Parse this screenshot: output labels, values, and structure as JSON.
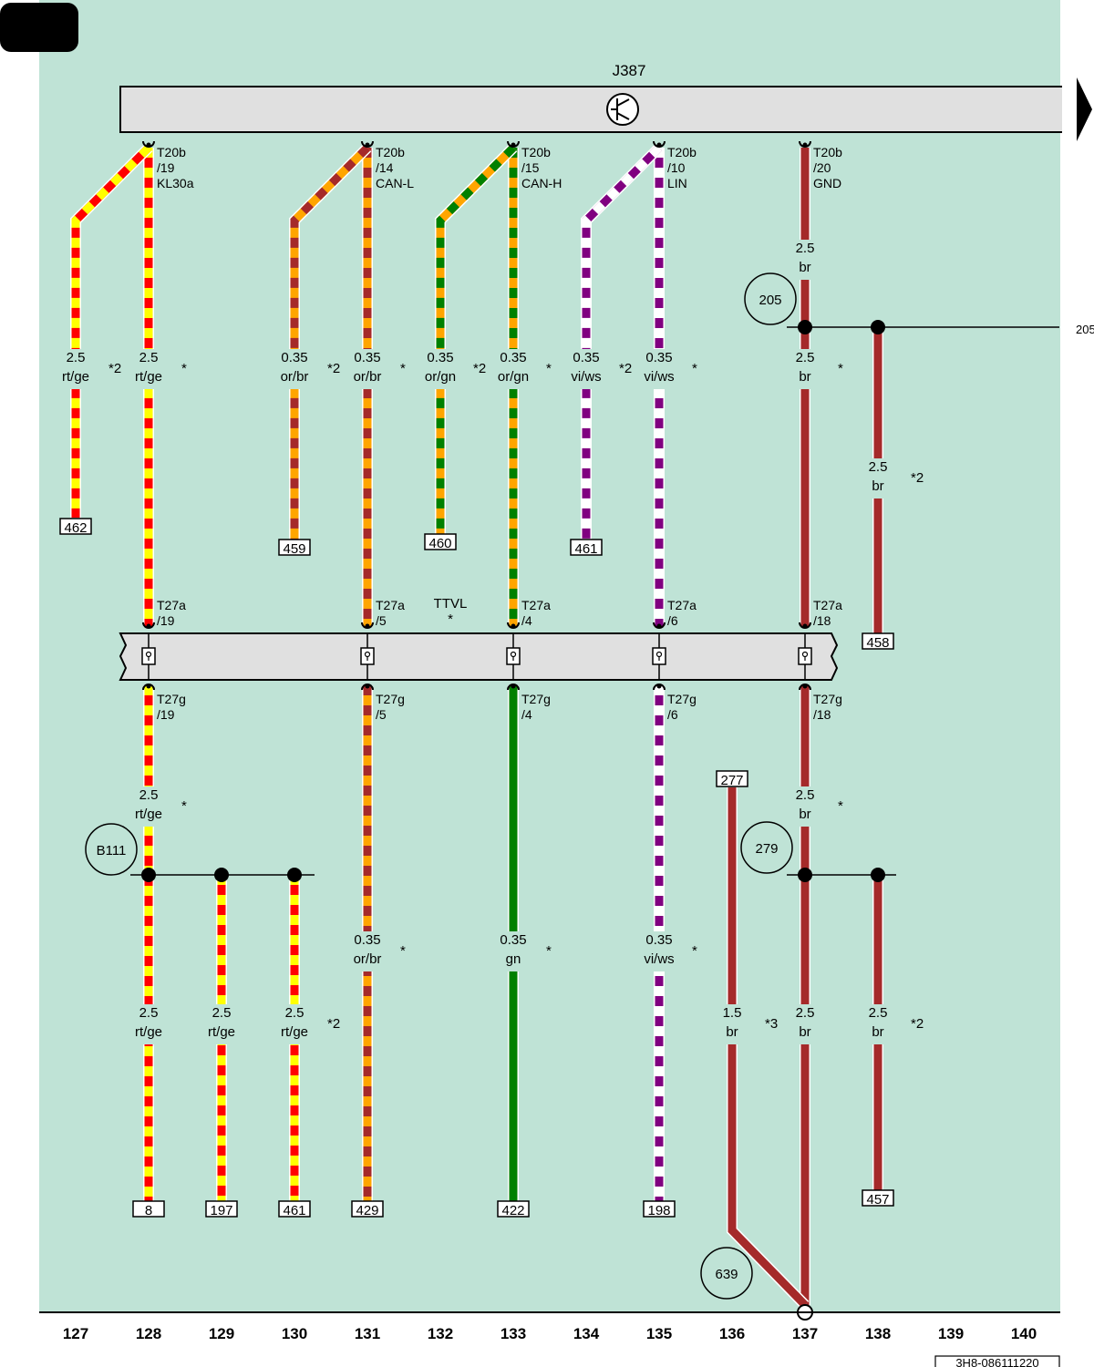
{
  "component": {
    "id": "J387",
    "symbol": "control-unit-icon"
  },
  "connector_label": "TTVL",
  "connector_star": "*",
  "footer_code": "3H8-086111220",
  "ref_205": "205",
  "colors": {
    "background": "#bfe3d6",
    "rt": "#ff0000",
    "ge": "#ffff00",
    "or": "#ffa500",
    "br": "#a52a2a",
    "gn": "#008000",
    "vi": "#800080",
    "ws": "#ffffff",
    "bar": "#e0e0e0"
  },
  "columns": [
    "127",
    "128",
    "129",
    "130",
    "131",
    "132",
    "133",
    "134",
    "135",
    "136",
    "137",
    "138",
    "139",
    "140"
  ],
  "pins_top": [
    {
      "name": "T20b",
      "pin": "/19",
      "signal": "KL30a"
    },
    {
      "name": "T20b",
      "pin": "/14",
      "signal": "CAN-L"
    },
    {
      "name": "T20b",
      "pin": "/15",
      "signal": "CAN-H"
    },
    {
      "name": "T20b",
      "pin": "/10",
      "signal": "LIN"
    },
    {
      "name": "T20b",
      "pin": "/20",
      "signal": "GND"
    }
  ],
  "pins_t27a": [
    {
      "name": "T27a",
      "pin": "/19"
    },
    {
      "name": "T27a",
      "pin": "/5"
    },
    {
      "name": "T27a",
      "pin": "/4"
    },
    {
      "name": "T27a",
      "pin": "/6"
    },
    {
      "name": "T27a",
      "pin": "/18"
    }
  ],
  "pins_t27g": [
    {
      "name": "T27g",
      "pin": "/19"
    },
    {
      "name": "T27g",
      "pin": "/5"
    },
    {
      "name": "T27g",
      "pin": "/4"
    },
    {
      "name": "T27g",
      "pin": "/6"
    },
    {
      "name": "T27g",
      "pin": "/18"
    }
  ],
  "wire_labels": [
    {
      "size": "2.5",
      "color": "br",
      "note": ""
    },
    {
      "size": "2.5",
      "color": "rt/ge",
      "note": "*2"
    },
    {
      "size": "2.5",
      "color": "rt/ge",
      "note": "*"
    },
    {
      "size": "0.35",
      "color": "or/br",
      "note": "*2"
    },
    {
      "size": "0.35",
      "color": "or/br",
      "note": "*"
    },
    {
      "size": "0.35",
      "color": "or/gn",
      "note": "*2"
    },
    {
      "size": "0.35",
      "color": "or/gn",
      "note": "*"
    },
    {
      "size": "0.35",
      "color": "vi/ws",
      "note": "*2"
    },
    {
      "size": "0.35",
      "color": "vi/ws",
      "note": "*"
    },
    {
      "size": "2.5",
      "color": "br",
      "note": "*"
    },
    {
      "size": "2.5",
      "color": "br",
      "note": "*2"
    },
    {
      "size": "2.5",
      "color": "rt/ge",
      "note": "*"
    },
    {
      "size": "0.35",
      "color": "or/br",
      "note": "*"
    },
    {
      "size": "0.35",
      "color": "gn",
      "note": "*"
    },
    {
      "size": "0.35",
      "color": "vi/ws",
      "note": "*"
    },
    {
      "size": "2.5",
      "color": "br",
      "note": "*"
    },
    {
      "size": "2.5",
      "color": "rt/ge",
      "note": ""
    },
    {
      "size": "2.5",
      "color": "rt/ge",
      "note": ""
    },
    {
      "size": "2.5",
      "color": "rt/ge",
      "note": "*2"
    },
    {
      "size": "1.5",
      "color": "br",
      "note": "*3"
    },
    {
      "size": "2.5",
      "color": "br",
      "note": ""
    },
    {
      "size": "2.5",
      "color": "br",
      "note": "*2"
    }
  ],
  "refs": [
    "462",
    "459",
    "460",
    "461",
    "458",
    "277",
    "8",
    "197",
    "461",
    "429",
    "422",
    "198",
    "457"
  ],
  "circles": [
    "205",
    "B111",
    "279",
    "639"
  ]
}
